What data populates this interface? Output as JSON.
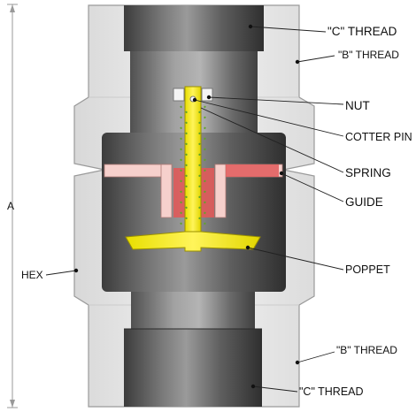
{
  "labels": {
    "c_thread_top": "\"C\" THREAD",
    "b_thread_top": "\"B\" THREAD",
    "nut": "NUT",
    "cotter_pin": "COTTER PIN",
    "spring": "SPRING",
    "guide": "GUIDE",
    "poppet": "POPPET",
    "hex": "HEX",
    "b_thread_bottom": "\"B\" THREAD",
    "c_thread_bottom": "\"C\" THREAD",
    "dimension_a": "A"
  },
  "colors": {
    "body_outer": "#e8e8e8",
    "body_outline": "#9a9a9a",
    "insert_dark": "#4a4a4a",
    "insert_light": "#8c8c8c",
    "poppet_yellow": "#f2ea00",
    "spring_green": "#5fa52a",
    "guide_pink": "#f6d0cc",
    "guide_red": "#e05a5a",
    "nut_white": "#f4f4f4"
  }
}
